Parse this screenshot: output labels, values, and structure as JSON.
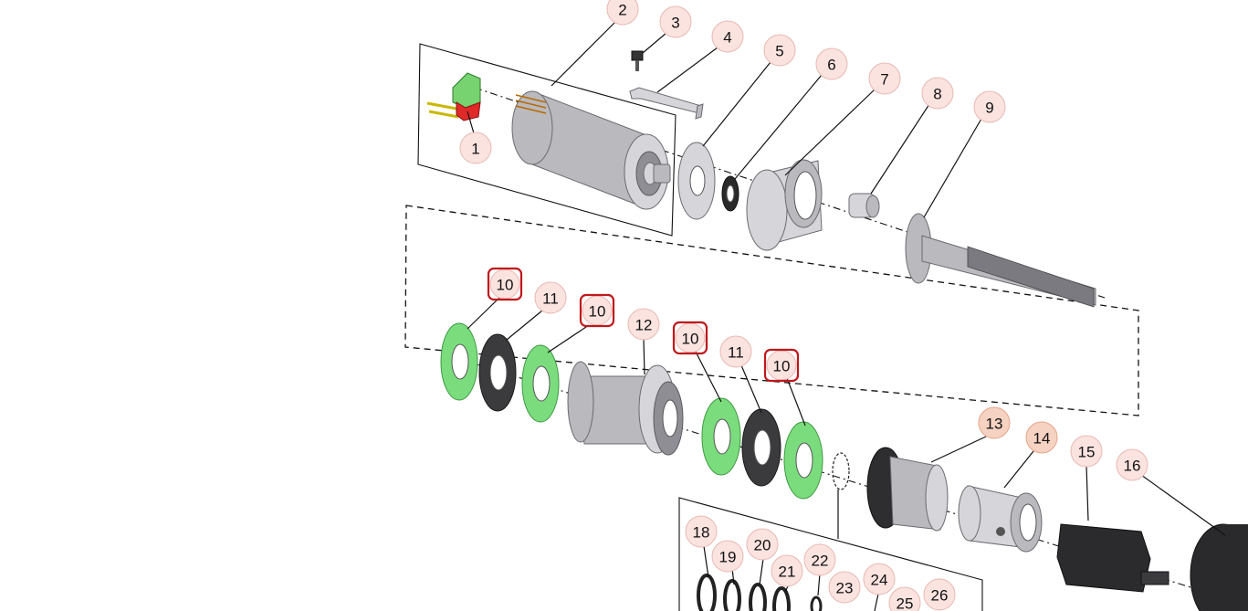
{
  "callouts": [
    {
      "label": "1",
      "style": "circle"
    },
    {
      "label": "2",
      "style": "circle"
    },
    {
      "label": "3",
      "style": "circle"
    },
    {
      "label": "4",
      "style": "circle"
    },
    {
      "label": "5",
      "style": "circle"
    },
    {
      "label": "6",
      "style": "circle"
    },
    {
      "label": "7",
      "style": "circle"
    },
    {
      "label": "8",
      "style": "circle"
    },
    {
      "label": "9",
      "style": "circle"
    },
    {
      "label": "10",
      "style": "box"
    },
    {
      "label": "11",
      "style": "circle"
    },
    {
      "label": "10",
      "style": "box"
    },
    {
      "label": "12",
      "style": "circle"
    },
    {
      "label": "10",
      "style": "box"
    },
    {
      "label": "11",
      "style": "circle"
    },
    {
      "label": "10",
      "style": "box"
    },
    {
      "label": "13",
      "style": "hot"
    },
    {
      "label": "14",
      "style": "hot"
    },
    {
      "label": "15",
      "style": "circle"
    },
    {
      "label": "16",
      "style": "circle"
    },
    {
      "label": "18",
      "style": "circle"
    },
    {
      "label": "19",
      "style": "circle"
    },
    {
      "label": "20",
      "style": "circle"
    },
    {
      "label": "21",
      "style": "circle"
    },
    {
      "label": "22",
      "style": "circle"
    },
    {
      "label": "23",
      "style": "circle"
    },
    {
      "label": "24",
      "style": "circle"
    },
    {
      "label": "25",
      "style": "circle"
    },
    {
      "label": "26",
      "style": "circle"
    }
  ],
  "colors": {
    "highlight_washer": "#7bdc7e",
    "callout_fill": "#fbe3e0",
    "callout_box": "#c0171b",
    "part_grey": "#b9b9be"
  }
}
